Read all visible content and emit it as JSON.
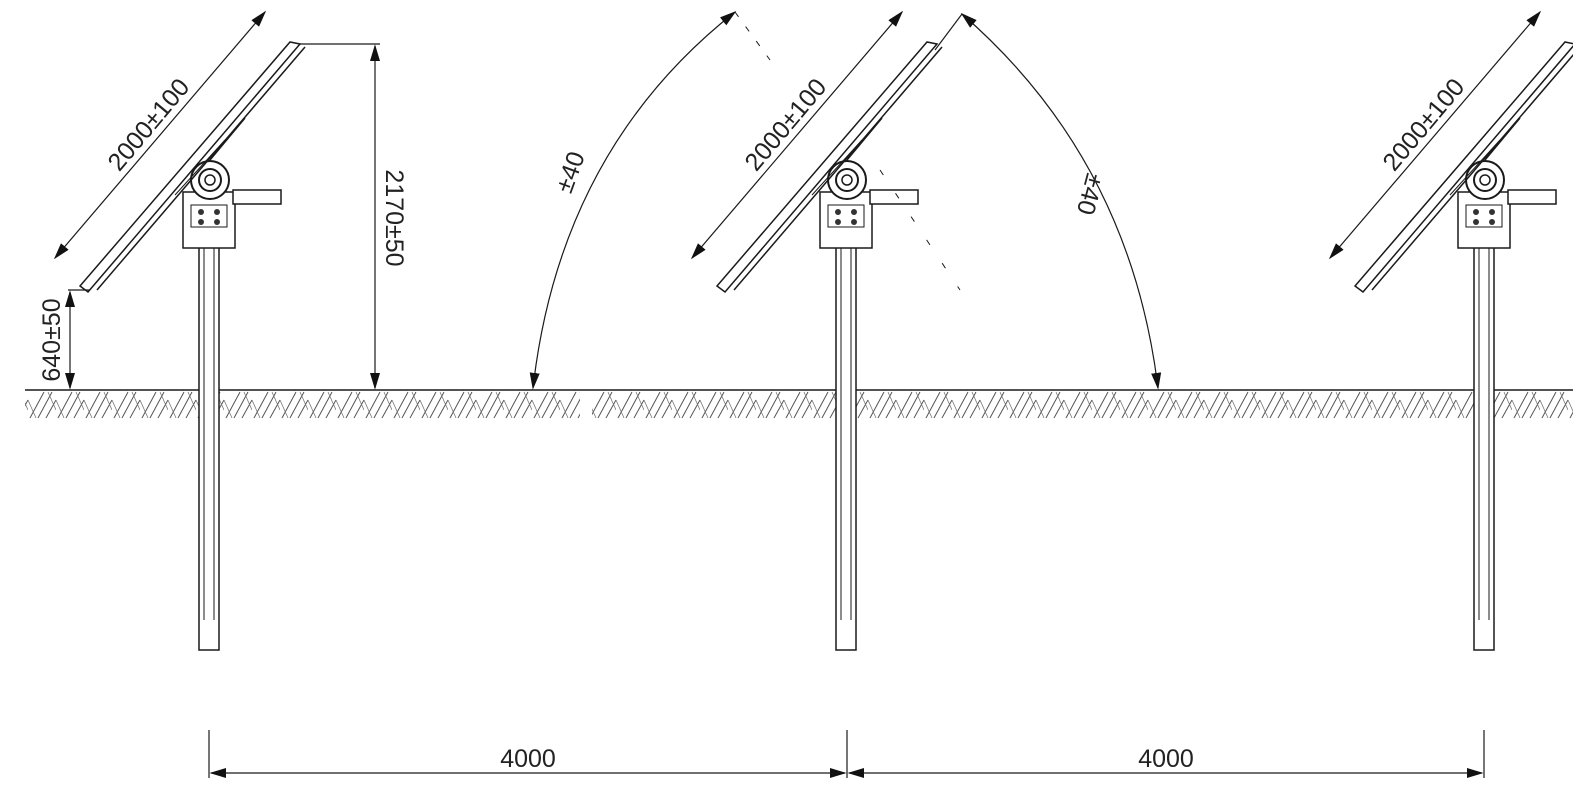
{
  "drawing": {
    "panel_length": "2000±100",
    "panel_top_height": "2170±50",
    "panel_bottom_height": "640±50",
    "tilt_left": "±40",
    "tilt_right": "±40",
    "spacing_1": "4000",
    "spacing_2": "4000"
  },
  "colors": {
    "line": "#1a1a1a",
    "dim_text": "#222222",
    "background": "#ffffff"
  }
}
